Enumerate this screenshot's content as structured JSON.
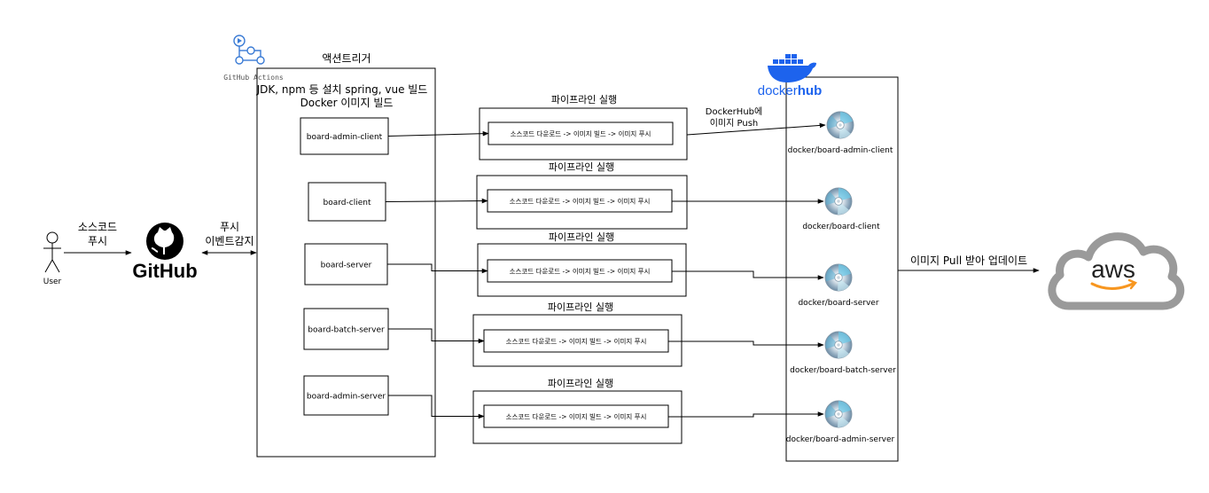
{
  "actor": {
    "label": "User"
  },
  "push_label": [
    "소스코드",
    "푸시"
  ],
  "github": {
    "wordmark": "GitHub",
    "icon": "github-octocat-icon"
  },
  "event_label": [
    "푸시",
    "이벤트감지"
  ],
  "actions": {
    "icon": "github-actions-icon",
    "caption": "GitHub Actions",
    "trigger_title": "액션트리거",
    "description": [
      "JDK, npm 등 설치 spring, vue 빌드",
      "Docker 이미지 빌드"
    ]
  },
  "pipelines": [
    {
      "module": "board-admin-client",
      "title": "파이프라인 실행",
      "steps": "소스코드 다운로드 -> 이미지 빌드 -> 이미지 푸시",
      "image": "docker/board-admin-client"
    },
    {
      "module": "board-client",
      "title": "파이프라인 실행",
      "steps": "소스코드 다운로드 -> 이미지 빌드 -> 이미지 푸시",
      "image": "docker/board-client"
    },
    {
      "module": "board-server",
      "title": "파이프라인 실행",
      "steps": "소스코드 다운로드 -> 이미지 빌드 -> 이미지 푸시",
      "image": "docker/board-server"
    },
    {
      "module": "board-batch-server",
      "title": "파이프라인 실행",
      "steps": "소스코드 다운로드 -> 이미지 빌드 -> 이미지 푸시",
      "image": "docker/board-batch-server"
    },
    {
      "module": "board-admin-server",
      "title": "파이프라인 실행",
      "steps": "소스코드 다운로드 -> 이미지 빌드 -> 이미지 푸시",
      "image": "docker/board-admin-server"
    }
  ],
  "dockerhub_push": [
    "DockerHub에",
    "이미지 Push"
  ],
  "dockerhub": {
    "wordmark_a": "docker",
    "wordmark_b": "hub",
    "icon": "docker-whale-icon"
  },
  "deploy_label": "이미지 Pull 받아 업데이트",
  "aws": {
    "wordmark": "aws",
    "icon": "aws-cloud-icon"
  },
  "colors": {
    "docker_blue": "#1d63ed",
    "aws_orange": "#f7961f",
    "aws_gray": "#9a9a9a",
    "line": "#000000"
  }
}
